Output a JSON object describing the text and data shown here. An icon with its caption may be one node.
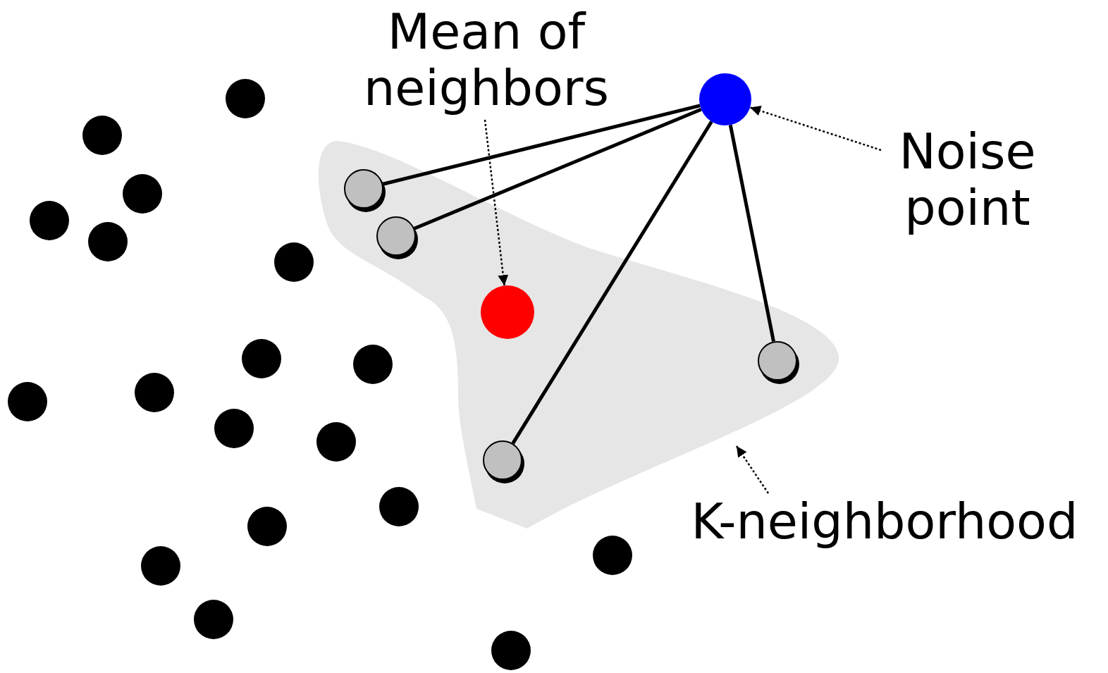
{
  "diagram": {
    "nodes": [
      {
        "text": [
          "Mean of neighbors"
        ]
      },
      {
        "text": [],
        "shape": "circle"
      },
      {
        "text": [
          "Noise point"
        ]
      },
      {
        "text": [],
        "shape": "blob"
      },
      {
        "text": [],
        "shape": "circle",
        "in": 3
      },
      {
        "text": [],
        "shape": "circle",
        "in": 3
      },
      {
        "text": [],
        "shape": "circle",
        "in": 3
      },
      {
        "text": [],
        "shape": "circle",
        "in": 3
      },
      {
        "text": [],
        "shape": "circle",
        "in": 3
      },
      {
        "text": [
          "K-neighborhood"
        ]
      },
      {
        "text": [],
        "shape": "circle"
      },
      {
        "text": [],
        "shape": "circle"
      },
      {
        "text": [],
        "shape": "circle"
      },
      {
        "text": [],
        "shape": "circle"
      },
      {
        "text": [],
        "shape": "circle"
      },
      {
        "text": [],
        "shape": "circle"
      },
      {
        "text": [],
        "shape": "circle"
      },
      {
        "text": [],
        "shape": "circle"
      },
      {
        "text": [],
        "shape": "circle"
      },
      {
        "text": [],
        "shape": "circle"
      },
      {
        "text": [],
        "shape": "circle"
      },
      {
        "text": [],
        "shape": "circle"
      },
      {
        "text": [],
        "shape": "circle"
      },
      {
        "text": [],
        "shape": "circle"
      },
      {
        "text": [],
        "shape": "circle"
      },
      {
        "text": [],
        "shape": "circle"
      },
      {
        "text": [],
        "shape": "circle"
      },
      {
        "text": [],
        "shape": "circle"
      }
    ],
    "edges": [
      {
        "from": 0,
        "to": 6,
        "arrow": "to",
        "style": "dashed"
      },
      {
        "from": 2,
        "to": 1,
        "arrow": "to",
        "style": "dashed"
      },
      {
        "from": 9,
        "to": 3,
        "arrow": "to",
        "style": "dashed"
      },
      {
        "from": 1,
        "to": 4,
        "arrow": "none"
      },
      {
        "from": 1,
        "to": 5,
        "arrow": "none"
      },
      {
        "from": 1,
        "to": 8,
        "arrow": "none"
      },
      {
        "from": 1,
        "to": 7,
        "arrow": "none"
      }
    ]
  }
}
